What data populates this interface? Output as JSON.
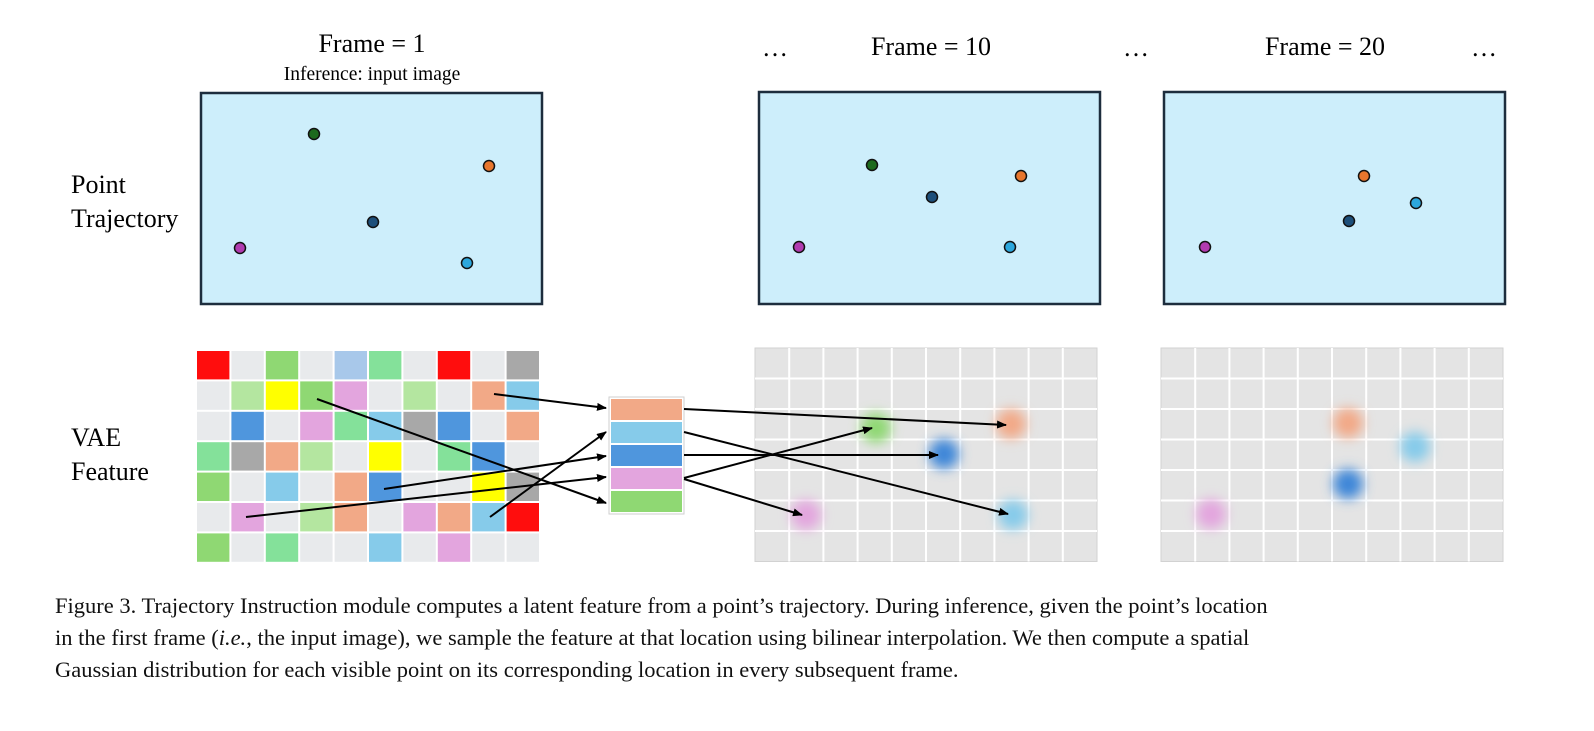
{
  "header": {
    "frame1_title": "Frame = 1",
    "frame1_subtitle": "Inference: input image",
    "frame10_title": "Frame = 10",
    "frame20_title": "Frame = 20",
    "ellipsis": "…"
  },
  "row_labels": {
    "point_line1": "Point",
    "point_line2": "Trajectory",
    "vae_line1": "VAE",
    "vae_line2": "Feature"
  },
  "colors": {
    "panel_fill": "#cdeefb",
    "panel_stroke": "#1d2d3d",
    "purple": "#b13bb0",
    "dark_green": "#1d6a1d",
    "orange": "#e8762d",
    "navy": "#1d4f7a",
    "cyan": "#2ca7dd",
    "feat_orange": "#f2a987",
    "feat_skyblue": "#86cbea",
    "feat_blue": "#4f96dd",
    "feat_pink": "#e3a5de",
    "feat_green": "#8fd873"
  },
  "caption": {
    "line1": "Figure 3. Trajectory Instruction module computes a latent feature from a point’s trajectory. During inference, given the point’s location",
    "line2_pre": "in the first frame (",
    "line2_em": "i.e.",
    "line2_post": ", the input image), we sample the feature at that location using bilinear interpolation. We then compute a spatial",
    "line3": "Gaussian distribution for each visible point on its corresponding location in every subsequent frame."
  }
}
